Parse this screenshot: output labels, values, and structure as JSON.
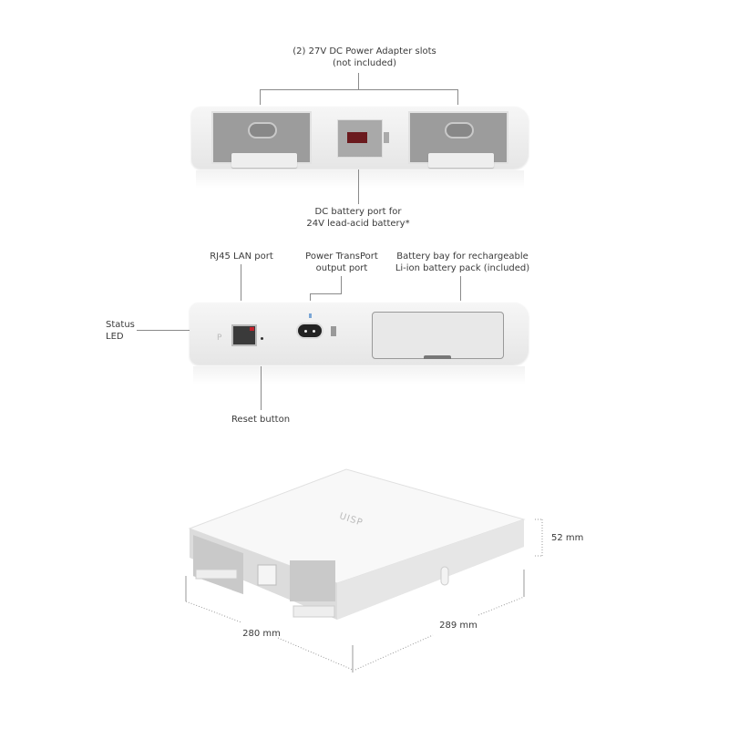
{
  "section_top": {
    "view": "front",
    "callouts": {
      "power_adapter_slots": {
        "line1": "(2) 27V DC Power Adapter slots",
        "line2": "(not included)"
      },
      "dc_battery_port": {
        "line1": "DC battery port for",
        "line2": "24V lead-acid battery*"
      }
    }
  },
  "section_middle": {
    "view": "rear",
    "callouts": {
      "rj45": {
        "line1": "RJ45 LAN port"
      },
      "power_transport": {
        "line1": "Power TransPort",
        "line2": "output port"
      },
      "battery_bay": {
        "line1": "Battery bay for rechargeable",
        "line2": "Li-ion battery pack (included)"
      },
      "status_led": {
        "line1": "Status",
        "line2": "LED"
      },
      "reset": {
        "line1": "Reset button"
      }
    },
    "device_marks": {
      "p_letter": "P"
    }
  },
  "section_bottom": {
    "view": "isometric",
    "logo": "UISP",
    "dimensions": {
      "height": "52 mm",
      "width": "280 mm",
      "depth": "289 mm"
    }
  },
  "colors": {
    "device": "#f1f1f1",
    "slot": "#9a9a9a",
    "line": "#8a8a8a",
    "port_red": "#c0202a"
  }
}
